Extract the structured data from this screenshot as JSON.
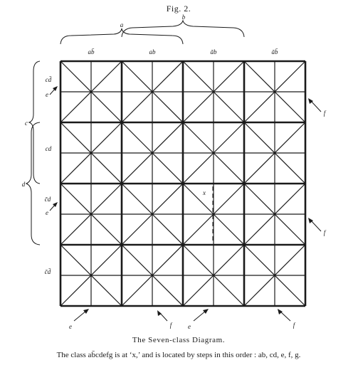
{
  "figure": {
    "title": "Fig. 2.",
    "caption": "The Seven-class Diagram.",
    "explanation": "The class ab̄cdefg is at ‘x,’ and is located by steps in this order : ab, cd, e, f, g."
  },
  "top_braces": {
    "a": "a",
    "b": "b"
  },
  "column_labels": [
    "ab̄",
    "ab",
    "āb",
    "āb̄"
  ],
  "left_braces": {
    "c": "c",
    "d": "d"
  },
  "row_labels": [
    "cd̄",
    "cd",
    "c̄d",
    "c̄d̄"
  ],
  "mark_x": "x",
  "arrow_labels": {
    "row1_left": "e",
    "row3_left": "e",
    "right_upper": "f",
    "right_lower": "f",
    "bottom_left": "e",
    "bottom_mid_f": "f",
    "bottom_mid_e": "e",
    "bottom_right": "f"
  }
}
